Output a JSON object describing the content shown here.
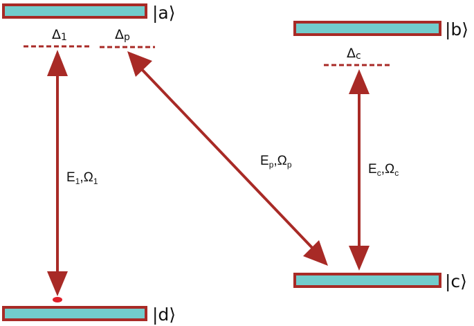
{
  "diagram": {
    "type": "energy-level-diagram",
    "colors": {
      "level_fill": "#72cccc",
      "level_border": "#a82a26",
      "arrow": "#a82a26",
      "dot": "#e0202a",
      "text": "#111111"
    },
    "levels": [
      {
        "id": "a",
        "label": "|a⟩"
      },
      {
        "id": "b",
        "label": "|b⟩"
      },
      {
        "id": "c",
        "label": "|c⟩"
      },
      {
        "id": "d",
        "label": "|d⟩"
      }
    ],
    "detunings": [
      {
        "id": "delta-1",
        "symbol": "Δ",
        "sub": "1"
      },
      {
        "id": "delta-p",
        "symbol": "Δ",
        "sub": "p"
      },
      {
        "id": "delta-c",
        "symbol": "Δ",
        "sub": "c"
      }
    ],
    "transitions": [
      {
        "id": "field-1",
        "from": "d",
        "to": "a",
        "E": "E",
        "E_sub": "1",
        "sep": ",",
        "Omega": "Ω",
        "Omega_sub": "1"
      },
      {
        "id": "field-p",
        "from": "c",
        "to": "a",
        "E": "E",
        "E_sub": "p",
        "sep": ",",
        "Omega": "Ω",
        "Omega_sub": "p"
      },
      {
        "id": "field-c",
        "from": "c",
        "to": "b",
        "E": "E",
        "E_sub": "c",
        "sep": ",",
        "Omega": "Ω",
        "Omega_sub": "c"
      }
    ]
  }
}
